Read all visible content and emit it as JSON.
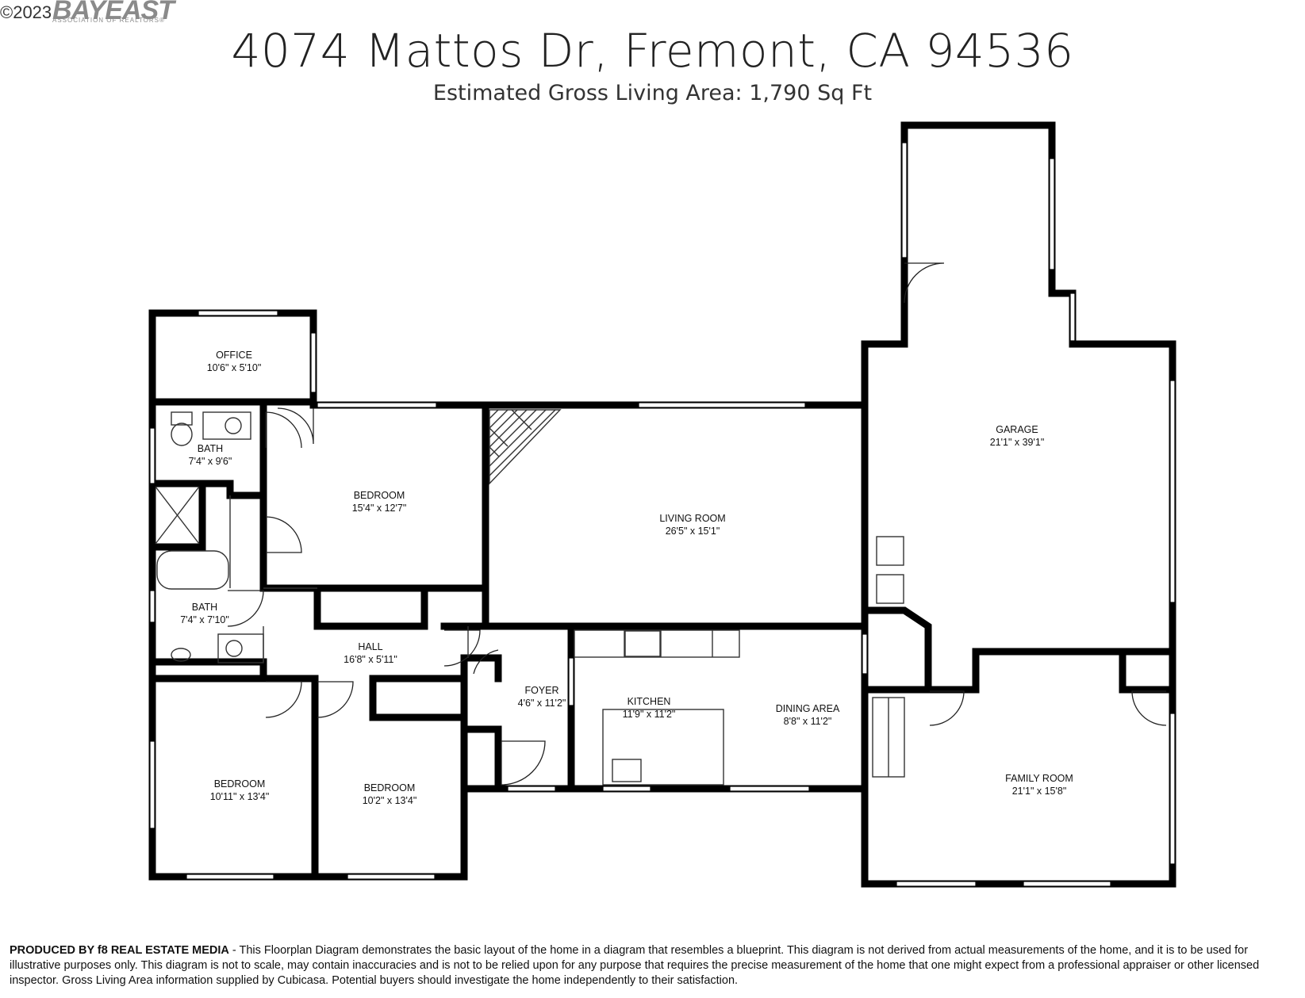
{
  "header": {
    "copyright": "©2023",
    "logo_name": "BAYEAST",
    "logo_tagline": "ASSOCIATION OF REALTORS®",
    "address": "4074 Mattos Dr, Fremont, CA 94536",
    "area": "Estimated Gross Living Area: 1,790 Sq Ft"
  },
  "rooms": {
    "office": {
      "name": "OFFICE",
      "dims": "10'6\" x 5'10\""
    },
    "bath1": {
      "name": "BATH",
      "dims": "7'4\" x 9'6\""
    },
    "bedroom1": {
      "name": "BEDROOM",
      "dims": "15'4\" x 12'7\""
    },
    "living": {
      "name": "LIVING ROOM",
      "dims": "26'5\" x 15'1\""
    },
    "garage": {
      "name": "GARAGE",
      "dims": "21'1\" x 39'1\""
    },
    "bath2": {
      "name": "BATH",
      "dims": "7'4\" x 7'10\""
    },
    "hall": {
      "name": "HALL",
      "dims": "16'8\" x 5'11\""
    },
    "foyer": {
      "name": "FOYER",
      "dims": "4'6\" x 11'2\""
    },
    "kitchen": {
      "name": "KITCHEN",
      "dims": "11'9\" x 11'2\""
    },
    "dining": {
      "name": "DINING AREA",
      "dims": "8'8\" x 11'2\""
    },
    "family": {
      "name": "FAMILY ROOM",
      "dims": "21'1\" x 15'8\""
    },
    "bedroom2": {
      "name": "BEDROOM",
      "dims": "10'11\" x 13'4\""
    },
    "bedroom3": {
      "name": "BEDROOM",
      "dims": "10'2\" x 13'4\""
    }
  },
  "footer": {
    "producer": "PRODUCED BY f8 REAL ESTATE MEDIA",
    "disclaimer": " - This Floorplan Diagram demonstrates the basic layout of the home in a diagram that resembles a blueprint. This diagram is not derived from actual measurements of the home, and it is to be used for illustrative purposes only. This diagram is not to scale, may contain inaccuracies and is not to be relied upon for any purpose that requires the precise measurement of the home that one might expect from a professional appraiser or other licensed inspector. Gross Living Area information supplied by Cubicasa. Potential buyers should investigate the home independently to their satisfaction."
  },
  "colors": {
    "wall": "#000000",
    "thin": "#333333",
    "background": "#ffffff"
  }
}
